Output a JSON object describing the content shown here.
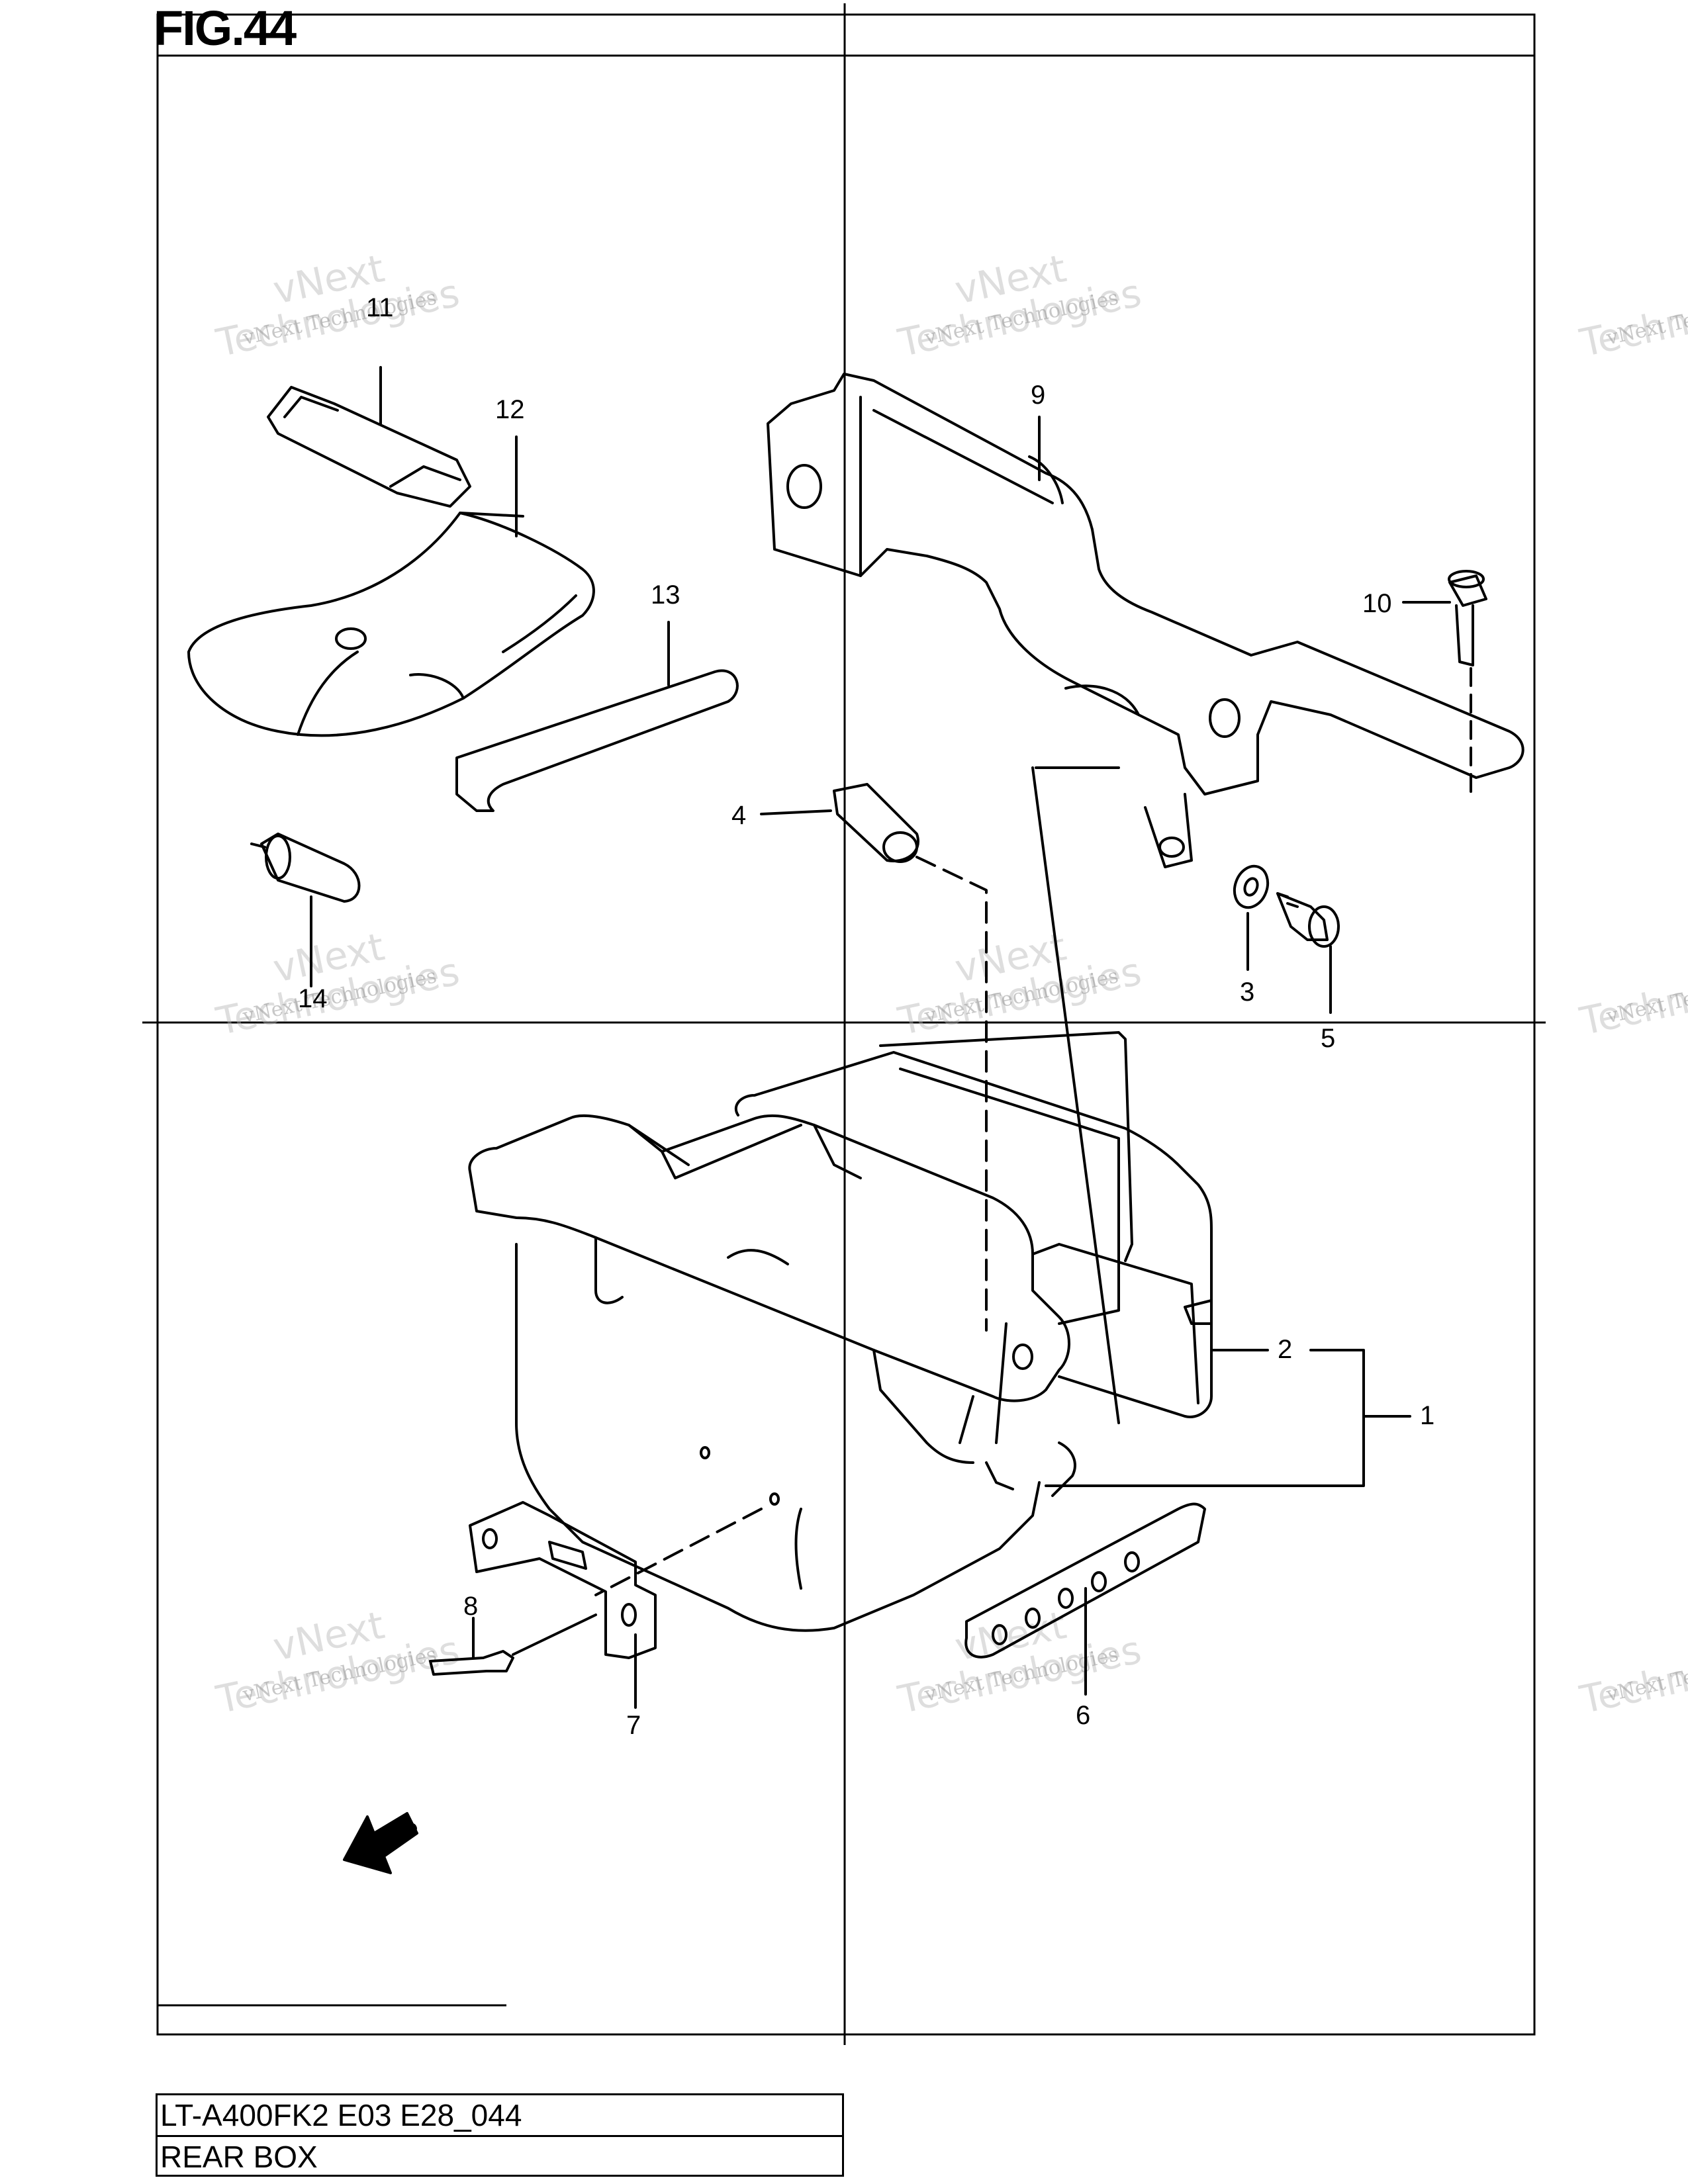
{
  "figure": {
    "title": "FIG.44"
  },
  "callouts": [
    "1",
    "2",
    "3",
    "4",
    "5",
    "6",
    "7",
    "8",
    "9",
    "10",
    "11",
    "12",
    "13",
    "14"
  ],
  "watermark": {
    "line1": "vNext Technologies",
    "line2": "Technologies",
    "line3": "vNext"
  },
  "title_block": {
    "model_code": "LT-A400FK2 E03 E28_044",
    "section_name": "REAR BOX"
  },
  "fwd_label": "FWD"
}
